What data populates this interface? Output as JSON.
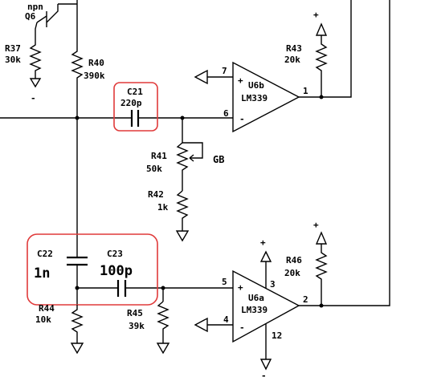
{
  "transistor": {
    "type": "npn",
    "ref": "Q6"
  },
  "resistors": [
    {
      "ref": "R37",
      "value": "30k"
    },
    {
      "ref": "R40",
      "value": "390k"
    },
    {
      "ref": "R43",
      "value": "20k"
    },
    {
      "ref": "R41",
      "value": "50k"
    },
    {
      "ref": "R42",
      "value": "1k"
    },
    {
      "ref": "R44",
      "value": "10k"
    },
    {
      "ref": "R45",
      "value": "39k"
    },
    {
      "ref": "R46",
      "value": "20k"
    }
  ],
  "capacitors": [
    {
      "ref": "C21",
      "value": "220p"
    },
    {
      "ref": "C22",
      "value": "1n"
    },
    {
      "ref": "C23",
      "value": "100p"
    }
  ],
  "comparators": [
    {
      "ref": "U6b",
      "part": "LM339",
      "pins": {
        "plus": "7",
        "minus": "6",
        "out": "1"
      }
    },
    {
      "ref": "U6a",
      "part": "LM339",
      "pins": {
        "plus": "5",
        "minus": "4",
        "out": "2",
        "vcc": "3",
        "gnd": "12"
      }
    }
  ],
  "annotations": {
    "trimmer_note": "GB"
  },
  "symbols": {
    "plus": "+",
    "minus": "-"
  },
  "colors": {
    "highlight": "#e03a3a",
    "ink": "#000000"
  }
}
